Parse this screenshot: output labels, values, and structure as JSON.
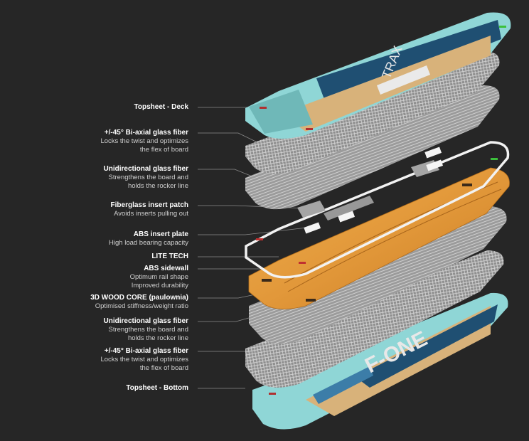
{
  "layers": [
    {
      "title": "Topsheet - Deck",
      "desc": []
    },
    {
      "title": "+/-45° Bi-axial glass fiber",
      "desc": [
        "Locks the twist and optimizes",
        "the flex of board"
      ]
    },
    {
      "title": "Unidirectional glass fiber",
      "desc": [
        "Strengthens the board and",
        "holds the rocker line"
      ]
    },
    {
      "title": "Fiberglass insert patch",
      "desc": [
        "Avoids inserts pulling out"
      ]
    },
    {
      "title": "ABS insert plate",
      "desc": [
        "High load bearing capacity"
      ]
    },
    {
      "title": "LITE TECH",
      "desc": []
    },
    {
      "title": "ABS sidewall",
      "desc": [
        "Optimum rail shape",
        "Improved durability"
      ]
    },
    {
      "title": "3D WOOD CORE (paulownia)",
      "desc": [
        "Optimised stiffness/weight ratio"
      ]
    },
    {
      "title": "Unidirectional glass fiber",
      "desc": [
        "Strengthens the board and",
        "holds the rocker line"
      ]
    },
    {
      "title": "+/-45° Bi-axial glass fiber",
      "desc": [
        "Locks the twist and optimizes",
        "the flex of board"
      ]
    },
    {
      "title": "Topsheet - Bottom",
      "desc": []
    }
  ],
  "deck_brand": "TRAX",
  "bottom_brand": "F-ONE",
  "colors": {
    "background": "#262626",
    "teal": "#7fd0d0",
    "navy": "#1f4f72",
    "wood": "#d9b57e",
    "core": "#e09a3a",
    "mesh": "#9a9a9a"
  }
}
